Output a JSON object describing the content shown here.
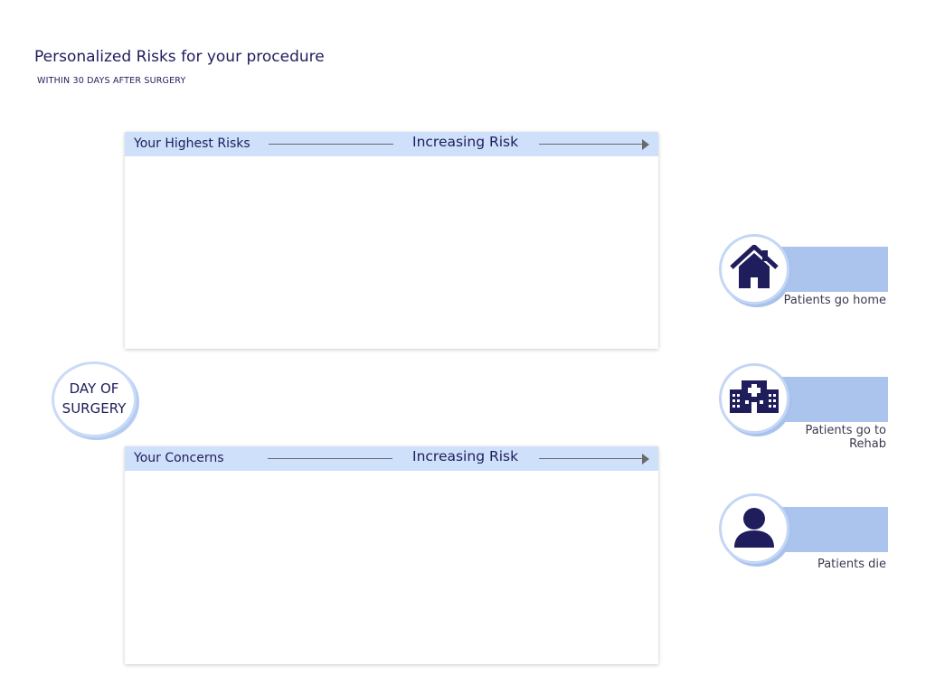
{
  "header": {
    "title": "Personalized Risks for your procedure",
    "subtitle": "WITHIN 30 DAYS AFTER SURGERY"
  },
  "panels": [
    {
      "label": "Your Highest Risks",
      "axis_label": "Increasing Risk"
    },
    {
      "label": "Your Concerns",
      "axis_label": "Increasing Risk"
    }
  ],
  "day_of_surgery": {
    "line1": "DAY OF",
    "line2": "SURGERY"
  },
  "outcomes": [
    {
      "icon": "home-icon",
      "label": "Patients go home"
    },
    {
      "icon": "hospital-icon",
      "label_line1": "Patients go to",
      "label_line2": "Rehab"
    },
    {
      "icon": "person-icon",
      "label": "Patients die"
    }
  ],
  "colors": {
    "navy": "#1f1d5c",
    "header_bg": "#cfe0fb",
    "outcome_bar": "#abc4ee",
    "circle_border": "#c3d6f5"
  }
}
